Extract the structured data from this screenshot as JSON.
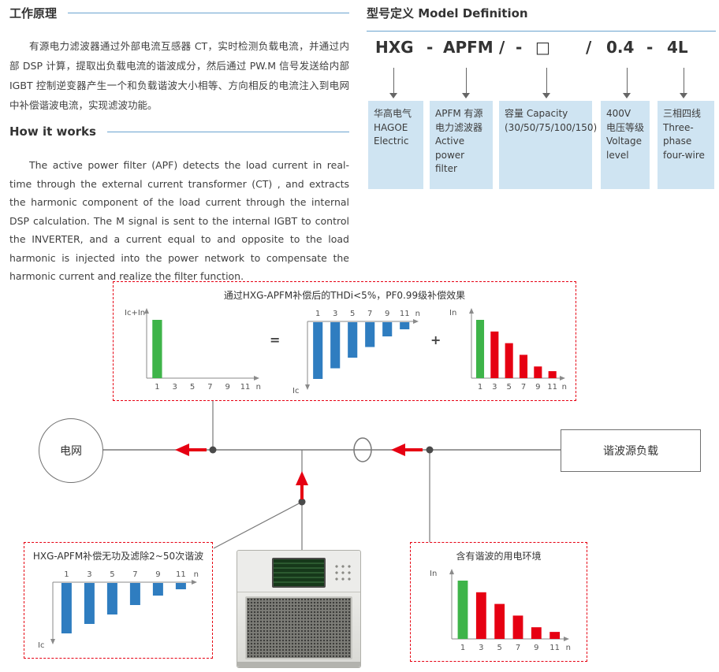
{
  "working_principle": {
    "title": "工作原理",
    "body": "有源电力滤波器通过外部电流互感器 CT，实时检测负载电流，并通过内部 DSP 计算，提取出负载电流的谐波成分，然后通过 PW.M 信号发送给内部 IGBT 控制逆变器产生一个和负载谐波大小相等、方向相反的电流注入到电网中补偿谐波电流，实现滤波功能。"
  },
  "how_it_works": {
    "title": "How it works",
    "body": "The active power filter (APF) detects the load current in real-time through the external current transformer (CT) , and extracts the harmonic component of the load current through the internal DSP calculation. The M signal is sent to the internal IGBT to control the INVERTER, and a current equal to and opposite to the load harmonic is injected into the power network to compensate the harmonic current and realize the filter function."
  },
  "model_definition": {
    "title": "型号定义 Model Definition",
    "code_parts": [
      "HXG",
      "-",
      "APFM",
      "/",
      "-",
      "□",
      "/",
      "0.4",
      "-",
      "4L"
    ],
    "segments": [
      {
        "code": "HXG",
        "lines": [
          "华高电气",
          "HAGOE",
          "Electric"
        ]
      },
      {
        "code": "APFM",
        "lines": [
          "APFM 有源",
          "电力滤波器",
          "Active",
          "power filter"
        ]
      },
      {
        "code": "□",
        "lines": [
          "容量 Capacity",
          "(30/50/75/100/150)"
        ]
      },
      {
        "code": "0.4",
        "lines": [
          "400V",
          "电压等级",
          "Voltage",
          "level"
        ]
      },
      {
        "code": "4L",
        "lines": [
          "三相四线",
          "Three-",
          "phase",
          "four-wire"
        ]
      }
    ]
  },
  "diagram": {
    "result_box_title": "通过HXG-APFM补偿后的THDi<5%，PF0.99级补偿效果",
    "equals": "=",
    "plus": "+",
    "grid_label": "电网",
    "load_label": "谐波源负载",
    "apf_box_title": "HXG-APFM补偿无功及滤除2~50次谐波",
    "env_box_title": "含有谐波的用电环境"
  },
  "colors": {
    "accent_red": "#e60012",
    "bar_green": "#3eb449",
    "bar_blue": "#2f7dc0",
    "segment_box_blue": "#cfe4f2",
    "heading_rule_blue": "#6aa3cf"
  },
  "chart_data": [
    {
      "type": "bar",
      "name": "compensated-grid-current",
      "ylabel": "Ic+In",
      "xlabel": "n",
      "categories": [
        "1",
        "3",
        "5",
        "7",
        "9",
        "11"
      ],
      "values": [
        10,
        0,
        0,
        0,
        0,
        0
      ],
      "colors": [
        "#3eb449",
        "#3eb449",
        "#3eb449",
        "#3eb449",
        "#3eb449",
        "#3eb449"
      ],
      "direction": "up",
      "ylim": [
        0,
        10
      ]
    },
    {
      "type": "bar",
      "name": "apf-injected-current",
      "ylabel": "Ic",
      "xlabel": "n",
      "categories": [
        "1",
        "3",
        "5",
        "7",
        "9",
        "11"
      ],
      "values": [
        -8,
        -6.5,
        -5,
        -3.5,
        -2,
        -1
      ],
      "colors": [
        "#2f7dc0",
        "#2f7dc0",
        "#2f7dc0",
        "#2f7dc0",
        "#2f7dc0",
        "#2f7dc0"
      ],
      "direction": "down",
      "ylim": [
        -8,
        0
      ]
    },
    {
      "type": "bar",
      "name": "load-harmonic-current",
      "ylabel": "In",
      "xlabel": "n",
      "categories": [
        "1",
        "3",
        "5",
        "7",
        "9",
        "11"
      ],
      "values": [
        10,
        8,
        6,
        4,
        2,
        1.2
      ],
      "colors": [
        "#3eb449",
        "#e60012",
        "#e60012",
        "#e60012",
        "#e60012",
        "#e60012"
      ],
      "direction": "up",
      "ylim": [
        0,
        10
      ]
    },
    {
      "type": "bar",
      "name": "apf-filter-spectrum",
      "ylabel": "Ic",
      "xlabel": "n",
      "categories": [
        "1",
        "3",
        "5",
        "7",
        "9",
        "11"
      ],
      "values": [
        -8,
        -6.5,
        -5,
        -3.5,
        -2,
        -1
      ],
      "colors": [
        "#2f7dc0",
        "#2f7dc0",
        "#2f7dc0",
        "#2f7dc0",
        "#2f7dc0",
        "#2f7dc0"
      ],
      "direction": "down",
      "ylim": [
        -8,
        0
      ]
    },
    {
      "type": "bar",
      "name": "load-environment-spectrum",
      "ylabel": "In",
      "xlabel": "n",
      "categories": [
        "1",
        "3",
        "5",
        "7",
        "9",
        "11"
      ],
      "values": [
        10,
        8,
        6,
        4,
        2,
        1.2
      ],
      "colors": [
        "#3eb449",
        "#e60012",
        "#e60012",
        "#e60012",
        "#e60012",
        "#e60012"
      ],
      "direction": "up",
      "ylim": [
        0,
        10
      ]
    }
  ]
}
